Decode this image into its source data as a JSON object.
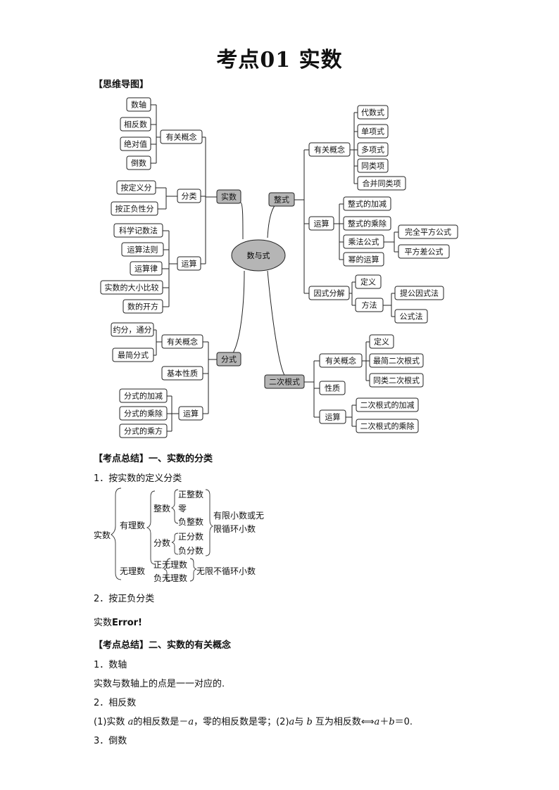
{
  "title": "考点01 实数",
  "mindmap": {
    "heading": "【思维导图】",
    "center": "数与式",
    "shishu": {
      "label": "实数",
      "gainian": {
        "label": "有关概念",
        "items": [
          "数轴",
          "相反数",
          "绝对值",
          "倒数"
        ]
      },
      "fenlei": {
        "label": "分类",
        "items": [
          "按定义分",
          "按正负性分"
        ]
      },
      "yunsuan": {
        "label": "运算",
        "items": [
          "科学记数法",
          "运算法则",
          "运算律",
          "实数的大小比较",
          "数的开方"
        ]
      }
    },
    "fenshi": {
      "label": "分式",
      "gainian": {
        "label": "有关概念",
        "items": [
          "约分，通分",
          "最简分式"
        ]
      },
      "xingzhi": "基本性质",
      "yunsuan": {
        "label": "运算",
        "items": [
          "分式的加减",
          "分式的乘除",
          "分式的乘方"
        ]
      }
    },
    "zhengshi": {
      "label": "整式",
      "gainian": {
        "label": "有关概念",
        "items": [
          "代数式",
          "单项式",
          "多项式",
          "同类项",
          "合并同类项"
        ]
      },
      "yunsuan": {
        "label": "运算",
        "items": [
          "整式的加减",
          "整式的乘除",
          "乘法公式",
          "幂的运算"
        ],
        "gongshi": [
          "完全平方公式",
          "平方差公式"
        ]
      },
      "yinshi": {
        "label": "因式分解",
        "dingyi": "定义",
        "fangfa": "方法",
        "methods": [
          "提公因式法",
          "公式法"
        ]
      }
    },
    "genshi": {
      "label": "二次根式",
      "gainian": {
        "label": "有关概念",
        "items": [
          "定义",
          "最简二次根式",
          "同类二次根式"
        ]
      },
      "xingzhi": "性质",
      "yunsuan": {
        "label": "运算",
        "items": [
          "二次根式的加减",
          "二次根式的乘除"
        ]
      }
    }
  },
  "section1": {
    "heading": "【考点总结】一、实数的分类",
    "item1": "1．按实数的定义分类",
    "classify": {
      "root": "实数",
      "rational": "有理数",
      "integer": "整数",
      "pos_int": "正整数",
      "zero": "零",
      "neg_int": "负整数",
      "fraction": "分数",
      "pos_frac": "正分数",
      "neg_frac": "负分数",
      "finite1": "有限小数或无",
      "finite2": "限循环小数",
      "irrational": "无理数",
      "pos_irr": "正无理数",
      "neg_irr": "负无理数",
      "infinite": "无限不循环小数"
    },
    "item2": "2．按正负分类",
    "error_prefix": "实数",
    "error_text": "Error!"
  },
  "section2": {
    "heading": "【考点总结】二、实数的有关概念",
    "item1": "1．数轴",
    "text1": "实数与数轴上的点是一一对应的.",
    "item2": "2．相反数",
    "text2_a": "(1)实数 ",
    "text2_var1": "a",
    "text2_b": "的相反数是－",
    "text2_var2": "a",
    "text2_c": "，零的相反数是零；(2)",
    "text2_var3": "a",
    "text2_d": "与 ",
    "text2_var4": "b",
    "text2_e": " 互为相反数⟺",
    "text2_var5": "a",
    "text2_f": "＋",
    "text2_var6": "b",
    "text2_g": "＝0.",
    "item3": "3．倒数"
  }
}
